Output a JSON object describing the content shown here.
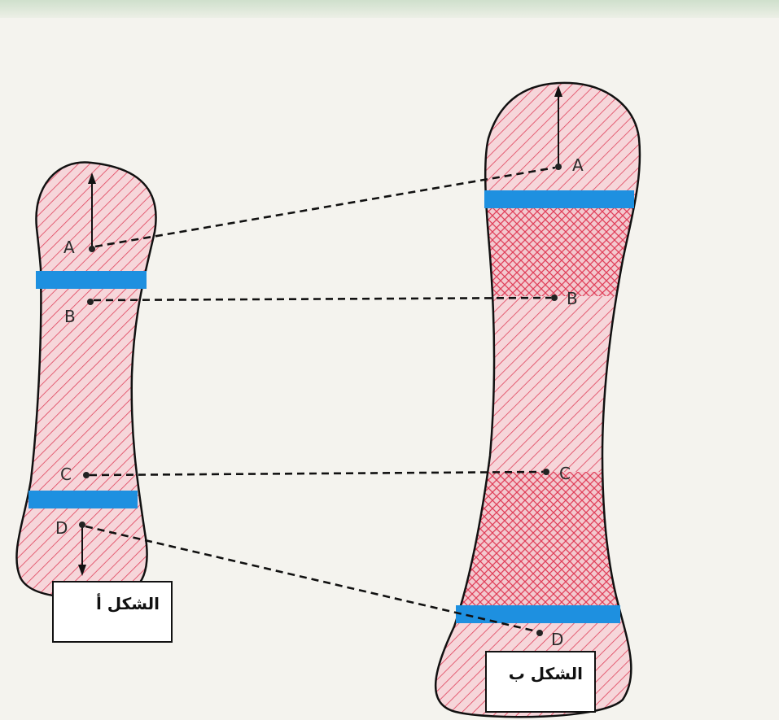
{
  "figure_a": {
    "caption": "الشكل أ"
  },
  "figure_b": {
    "caption": "الشكل ب"
  },
  "points": {
    "a": "A",
    "b": "B",
    "c": "C",
    "d": "D"
  },
  "colors": {
    "bone_fill": "#f6d6da",
    "hatch": "#e0405a",
    "growth_band": "#1e90e0",
    "outline": "#111111",
    "dashed": "#111111"
  }
}
